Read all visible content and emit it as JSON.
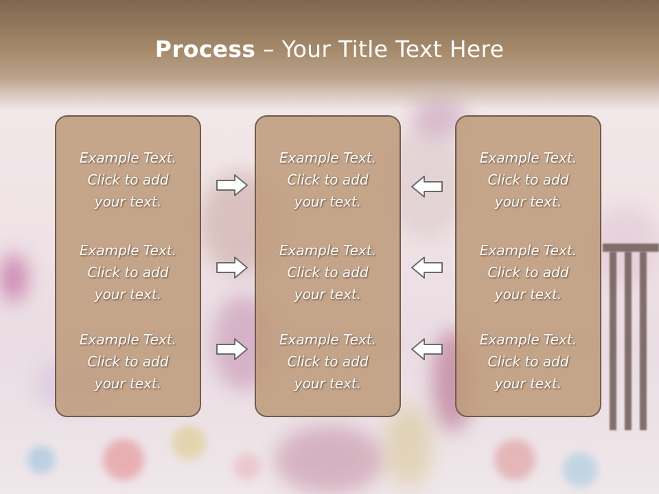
{
  "title": {
    "bold": "Process",
    "rest": " – Your Title Text Here"
  },
  "panels": [
    {
      "items": [
        {
          "l1": "Example Text.",
          "l2": "Click  to add",
          "l3": "your text."
        },
        {
          "l1": "Example Text.",
          "l2": "Click  to add",
          "l3": "your text."
        },
        {
          "l1": "Example Text.",
          "l2": "Click  to add",
          "l3": "your text."
        }
      ]
    },
    {
      "items": [
        {
          "l1": "Example Text.",
          "l2": "Click  to add",
          "l3": "your text."
        },
        {
          "l1": "Example Text.",
          "l2": "Click  to add",
          "l3": "your text."
        },
        {
          "l1": "Example Text.",
          "l2": "Click  to add",
          "l3": "your text."
        }
      ]
    },
    {
      "items": [
        {
          "l1": "Example Text.",
          "l2": "Click  to add",
          "l3": "your text."
        },
        {
          "l1": "Example Text.",
          "l2": "Click  to add",
          "l3": "your text."
        },
        {
          "l1": "Example Text.",
          "l2": "Click  to add",
          "l3": "your text."
        }
      ]
    }
  ],
  "arrows": {
    "left_column": [
      "right-arrow-icon",
      "right-arrow-icon",
      "right-arrow-icon"
    ],
    "right_column": [
      "left-arrow-icon",
      "left-arrow-icon",
      "left-arrow-icon"
    ]
  },
  "colors": {
    "header": "#a5896a",
    "panel": "#be9b7a",
    "panel_border": "#6f5b4b",
    "text": "#ffffff"
  }
}
